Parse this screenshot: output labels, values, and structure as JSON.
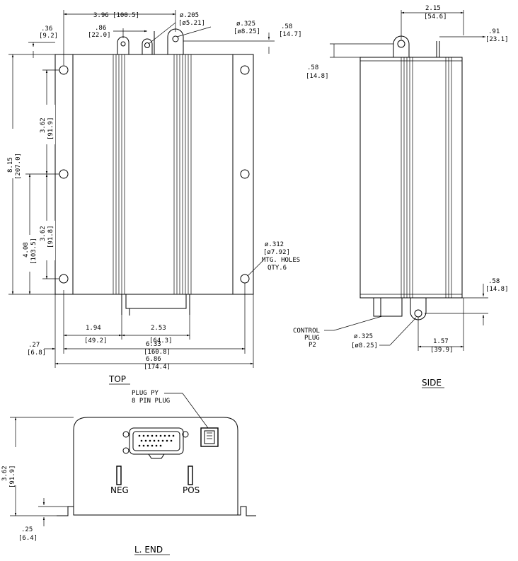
{
  "views": {
    "top": "TOP",
    "side": "SIDE",
    "end": "L. END"
  },
  "dims_top": {
    "d1": ".36",
    "d1m": "[9.2]",
    "d2": "3.96 [100.5]",
    "d3": ".86",
    "d3m": "[22.0]",
    "d4": "ø.205",
    "d4m": "[ø5.21]",
    "d5": "ø.325",
    "d5m": "[ø8.25]",
    "d6": ".58",
    "d6m": "[14.7]",
    "d7": "8.15",
    "d7m": "[207.0]",
    "d8": "3.62",
    "d8m": "[91.9]",
    "d9": "4.08",
    "d9m": "[103.5]",
    "d10": "3.62",
    "d10m": "[91.8]",
    "d11": "ø.312",
    "d11m": "[ø7.92]",
    "d11a": "MTG. HOLES",
    "d11b": "QTY.6",
    "d12": "1.94",
    "d12m": "[49.2]",
    "d13": "2.53",
    "d13m": "[64.3]",
    "d14": "6.33",
    "d14m": "[160.8]",
    "d15": ".27",
    "d15m": "[6.8]",
    "d16": "6.86",
    "d16m": "[174.4]"
  },
  "dims_side": {
    "s1": "2.15",
    "s1m": "[54.6]",
    "s2": ".91",
    "s2m": "[23.1]",
    "s3": ".58",
    "s3m": "[14.8]",
    "s4": ".58",
    "s4m": "[14.8]",
    "s5a": "CONTROL",
    "s5b": "PLUG",
    "s5c": "P2",
    "s6": "ø.325",
    "s6m": "[ø8.25]",
    "s7": "1.57",
    "s7m": "[39.9]"
  },
  "dims_end": {
    "e1a": "PLUG PY",
    "e1b": "8 PIN PLUG",
    "e2": "3.62",
    "e2m": "[91.9]",
    "e3": ".25",
    "e3m": "[6.4]",
    "neg": "NEG",
    "pos": "POS"
  }
}
